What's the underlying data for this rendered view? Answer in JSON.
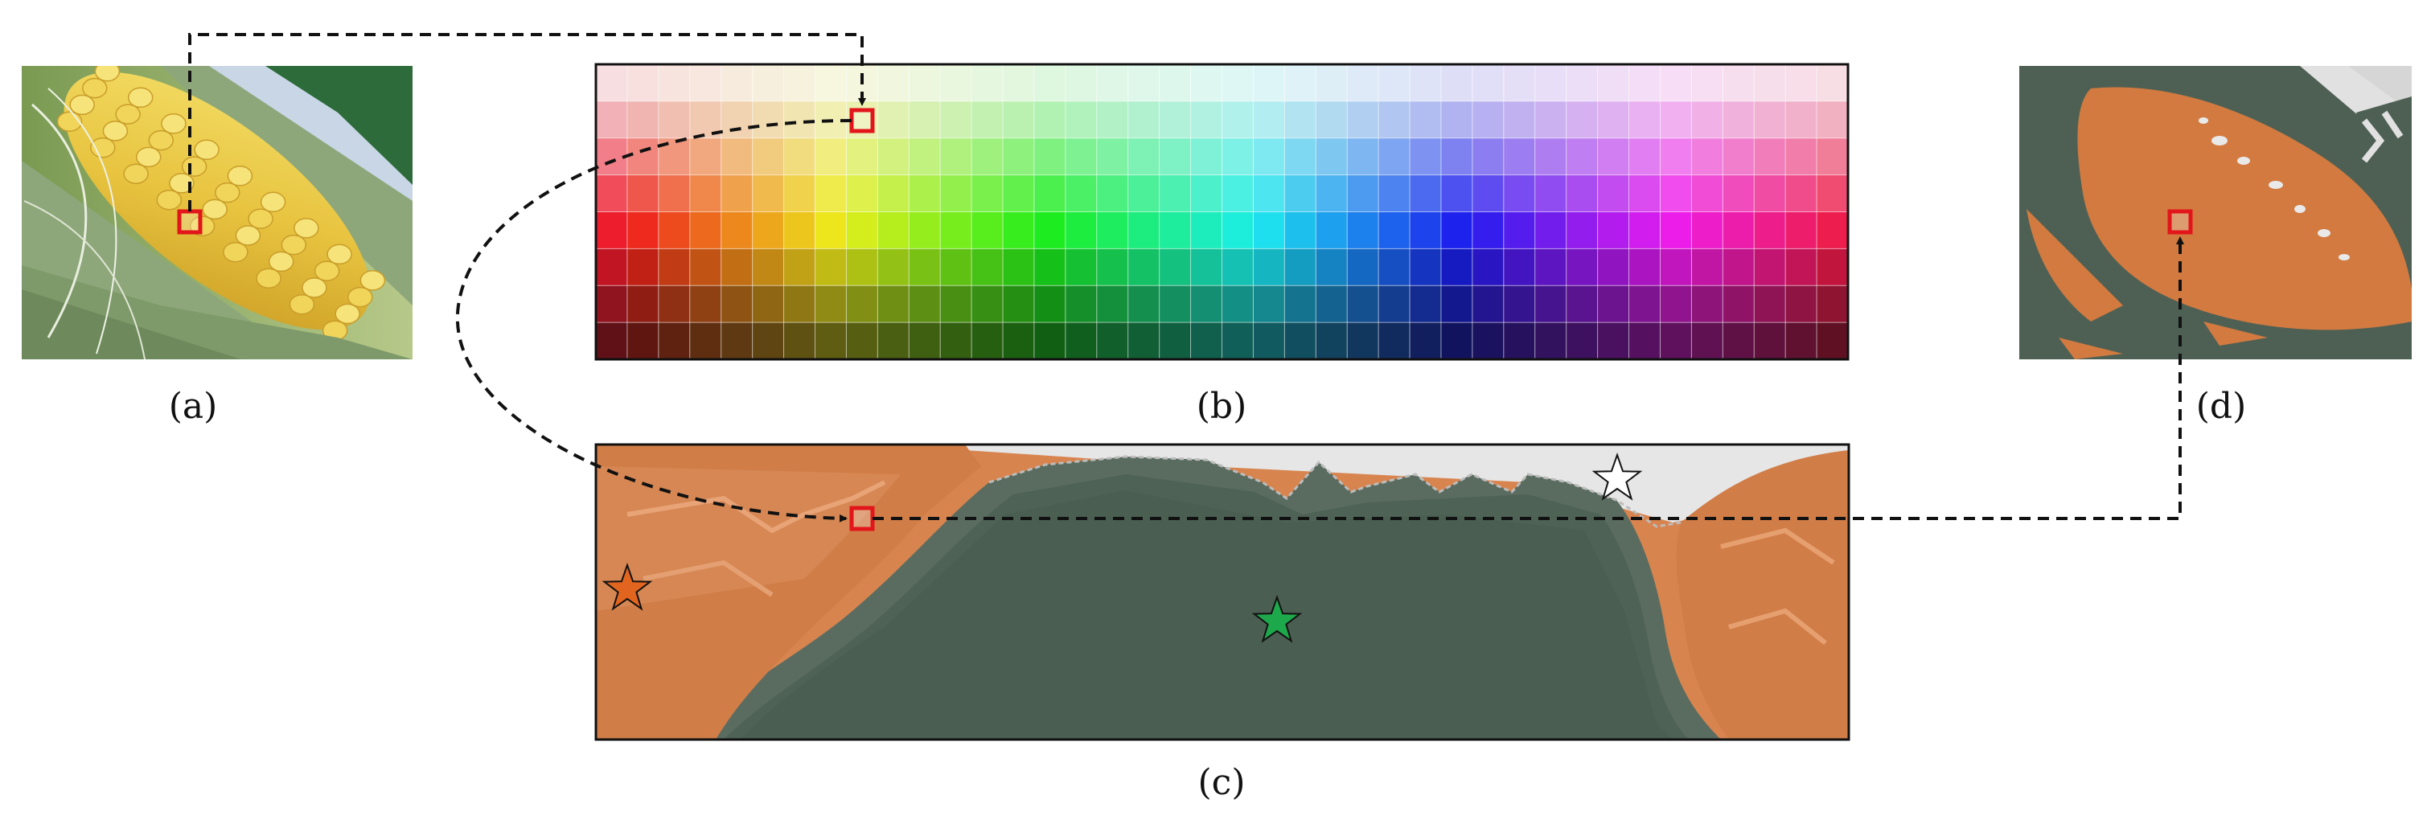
{
  "panels": {
    "a": {
      "caption": "(a)"
    },
    "b": {
      "caption": "(b)",
      "grid": {
        "rows": 8,
        "cols": 40
      }
    },
    "c": {
      "caption": "(c)",
      "colors": {
        "orange": "#cf7a45",
        "green": "#4d6255",
        "white": "#e4e4e4"
      }
    },
    "d": {
      "caption": "(d)"
    }
  },
  "markers": {
    "stars": [
      {
        "color": "#e2651f",
        "meaning": "orange"
      },
      {
        "color": "#1ea84c",
        "meaning": "green"
      },
      {
        "color": "#ffffff",
        "meaning": "white"
      }
    ],
    "selection_color": "#e2151b"
  }
}
